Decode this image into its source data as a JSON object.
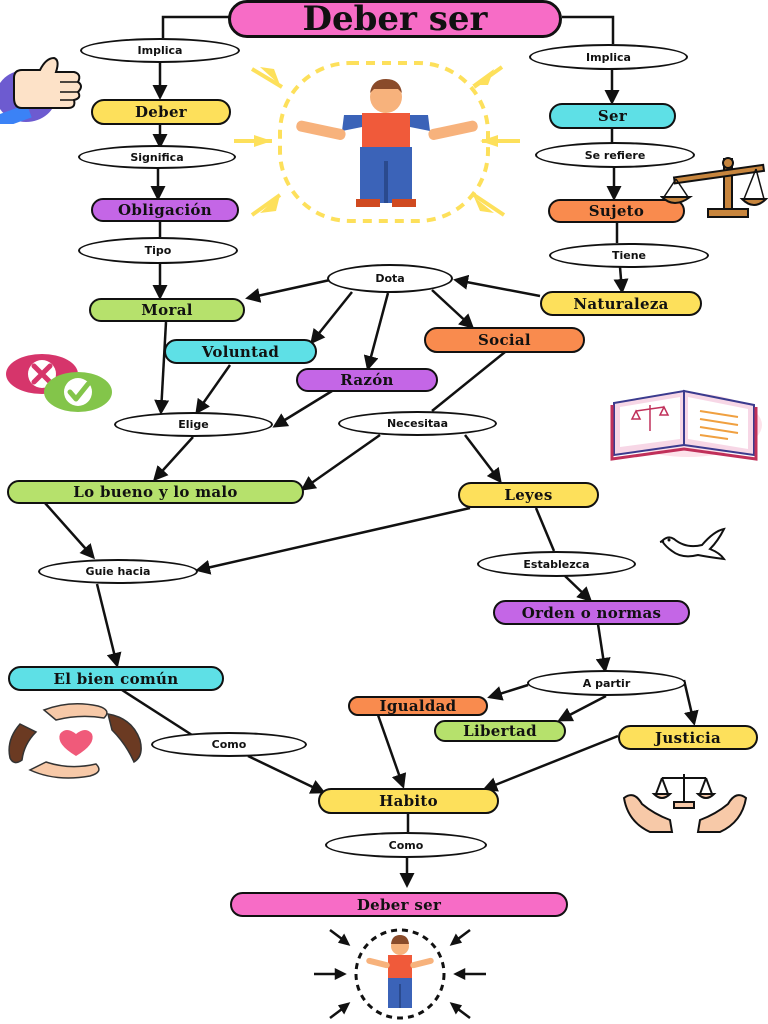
{
  "title": "Deber ser",
  "colors": {
    "pink": "#f76cc6",
    "yellow": "#fde05b",
    "cyan": "#5ee0e6",
    "purple": "#c466e6",
    "orange": "#f98b4e",
    "green": "#b6e16c",
    "line": "#111111"
  },
  "nodes": {
    "deber": "Deber",
    "obligacion": "Obligación",
    "moral": "Moral",
    "ser": "Ser",
    "sujeto": "Sujeto",
    "naturaleza": "Naturaleza",
    "voluntad": "Voluntad",
    "razon": "Razón",
    "social": "Social",
    "lo_bueno": "Lo bueno y lo malo",
    "leyes": "Leyes",
    "orden": "Orden o normas",
    "bien_comun": "El bien común",
    "igualdad": "Igualdad",
    "libertad": "Libertad",
    "justicia": "Justicia",
    "habito": "Habito",
    "deber_ser_final": "Deber ser"
  },
  "connectors": {
    "implica_left": "Implica",
    "implica_right": "Implica",
    "significa": "Significa",
    "se_refiere": "Se refiere",
    "tipo": "Tipo",
    "tiene": "Tiene",
    "dota": "Dota",
    "elige": "Elige",
    "necesita": "Necesitaa",
    "guie_hacia": "Guie hacia",
    "establezca": "Establezca",
    "a_partir": "A partir",
    "como_left": "Como",
    "como_bottom": "Como"
  },
  "icons": [
    "thumbs-up-icon",
    "person-icon",
    "scale-icon",
    "reject-accept-icon",
    "open-book-icon",
    "dove-icon",
    "hands-heart-icon",
    "justice-hands-icon",
    "small-person-icon"
  ]
}
